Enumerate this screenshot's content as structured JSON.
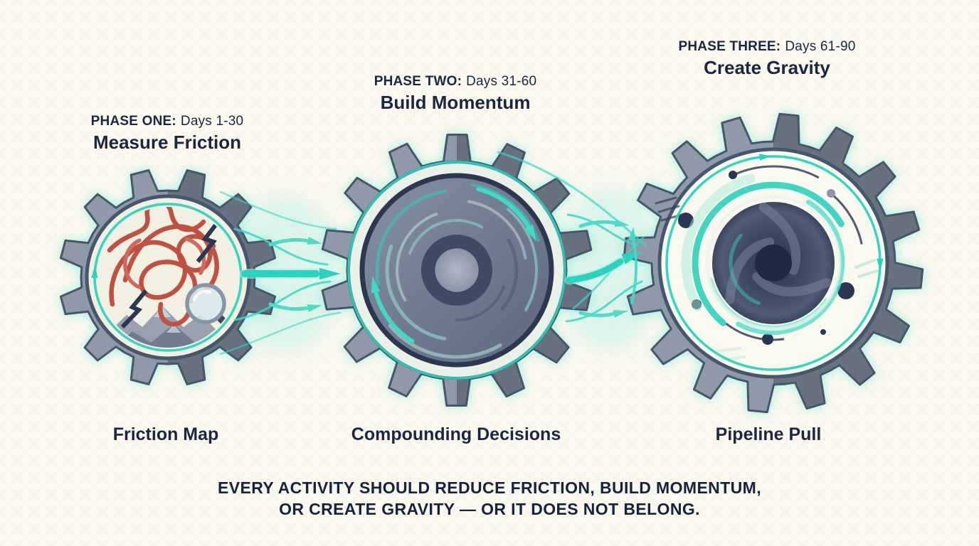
{
  "colors": {
    "background": "#faf8ef",
    "ink": "#1b2742",
    "teal": "#2bd2bf",
    "teal_soft": "#8feadb",
    "teal_glow": "#8beedd",
    "teal_tint": "#c9f2ea",
    "gear_light": "#8f99a8",
    "gear_dark": "#68727f",
    "gear_edge": "#46566b",
    "navy": "#2b3652",
    "red_tangle": "#bf5044",
    "red_tangle_light": "#cd6a5c",
    "cream_inner": "#f2efe3",
    "white_inner": "#faf9f0",
    "mountain_back": "#99a1ae",
    "mountain_front": "#6f7a8c",
    "flywheel_rim": "#2c3850",
    "lens_fill": "#d7e9f0",
    "lens_rim": "#8795a8",
    "handle": "#3c485f"
  },
  "icons": {
    "gear1": "friction-gear-icon",
    "gear2": "flywheel-gear-icon",
    "gear3": "vortex-gear-icon",
    "magnifier": "magnifier-icon",
    "lightning": "lightning-icon",
    "mountains": "mountains-icon",
    "flow": "arrow-right-icon"
  },
  "phases": [
    {
      "kicker_bold": "PHASE ONE:",
      "kicker_rest": "Days 1-30",
      "title": "Measure Friction",
      "label": "Friction Map"
    },
    {
      "kicker_bold": "PHASE TWO:",
      "kicker_rest": "Days 31-60",
      "title": "Build Momentum",
      "label": "Compounding Decisions"
    },
    {
      "kicker_bold": "PHASE THREE:",
      "kicker_rest": "Days 61-90",
      "title": "Create Gravity",
      "label": "Pipeline Pull"
    }
  ],
  "tagline": {
    "line1": "EVERY ACTIVITY SHOULD REDUCE FRICTION, BUILD MOMENTUM,",
    "line2": "OR CREATE GRAVITY — OR IT DOES NOT BELONG."
  }
}
